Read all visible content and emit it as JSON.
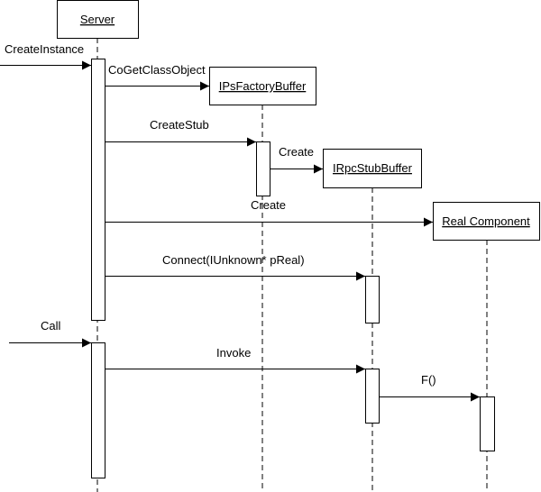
{
  "participants": {
    "server": "Server",
    "factory": "IPsFactoryBuffer",
    "stub": "IRpcStubBuffer",
    "real": "Real Component"
  },
  "messages": {
    "create_instance": "CreateInstance",
    "co_get_class_object": "CoGetClassObject",
    "create_stub": "CreateStub",
    "create_stub_buffer": "Create",
    "create_real": "Create",
    "connect": "Connect(IUnknown* pReal)",
    "call": "Call",
    "invoke": "Invoke",
    "f": "F()"
  }
}
